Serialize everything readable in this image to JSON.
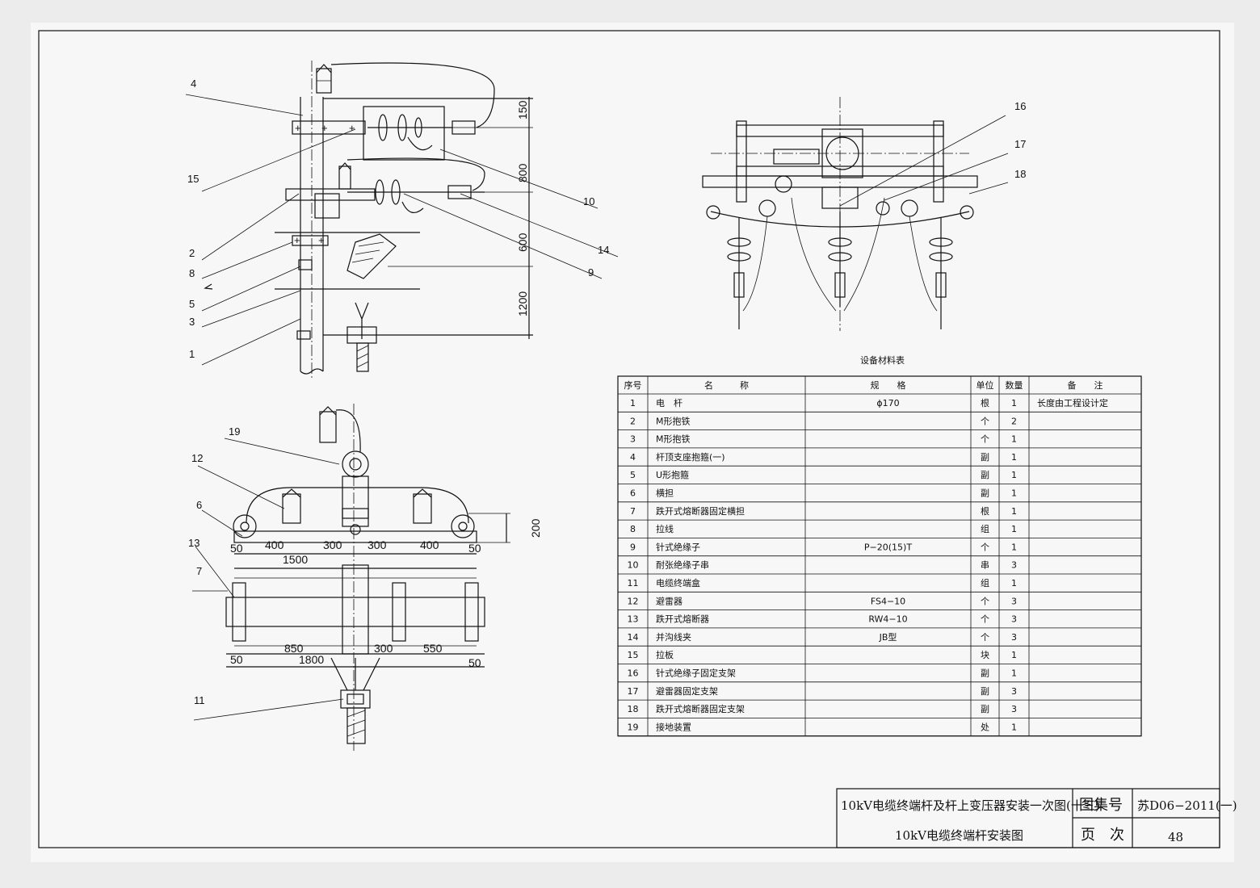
{
  "drawing": {
    "callouts_left": [
      "4",
      "15",
      "2",
      "8",
      "5",
      "3",
      "1",
      "10",
      "14",
      "9"
    ],
    "callouts_side": [
      "16",
      "17",
      "18"
    ],
    "callouts_plan": [
      "19",
      "12",
      "6",
      "13",
      "7",
      "11"
    ],
    "dims_side_view": [
      "150",
      "800",
      "600",
      "1200"
    ],
    "dims_plan_top": [
      "50",
      "400",
      "300",
      "300",
      "400",
      "50",
      "1500",
      "200"
    ],
    "dims_plan_bottom": [
      "50",
      "850",
      "300",
      "550",
      "50",
      "1800"
    ]
  },
  "table": {
    "title": "设备材料表",
    "headers": [
      "序号",
      "名　　　称",
      "规　　格",
      "单位",
      "数量",
      "备　　注"
    ],
    "rows": [
      [
        "1",
        "电　杆",
        "ϕ170",
        "根",
        "1",
        "长度由工程设计定"
      ],
      [
        "2",
        "M形抱铁",
        "",
        "个",
        "2",
        ""
      ],
      [
        "3",
        "M形抱铁",
        "",
        "个",
        "1",
        ""
      ],
      [
        "4",
        "杆顶支座抱箍(一)",
        "",
        "副",
        "1",
        ""
      ],
      [
        "5",
        "U形抱箍",
        "",
        "副",
        "1",
        ""
      ],
      [
        "6",
        "横担",
        "",
        "副",
        "1",
        ""
      ],
      [
        "7",
        "跌开式熔断器固定横担",
        "",
        "根",
        "1",
        ""
      ],
      [
        "8",
        "拉线",
        "",
        "组",
        "1",
        ""
      ],
      [
        "9",
        "针式绝缘子",
        "P−20(15)T",
        "个",
        "1",
        ""
      ],
      [
        "10",
        "耐张绝缘子串",
        "",
        "串",
        "3",
        ""
      ],
      [
        "11",
        "电缆终端盒",
        "",
        "组",
        "1",
        ""
      ],
      [
        "12",
        "避雷器",
        "FS4−10",
        "个",
        "3",
        ""
      ],
      [
        "13",
        "跌开式熔断器",
        "RW4−10",
        "个",
        "3",
        ""
      ],
      [
        "14",
        "并沟线夹",
        "JB型",
        "个",
        "3",
        ""
      ],
      [
        "15",
        "拉板",
        "",
        "块",
        "1",
        ""
      ],
      [
        "16",
        "针式绝缘子固定支架",
        "",
        "副",
        "1",
        ""
      ],
      [
        "17",
        "避雷器固定支架",
        "",
        "副",
        "3",
        ""
      ],
      [
        "18",
        "跌开式熔断器固定支架",
        "",
        "副",
        "3",
        ""
      ],
      [
        "19",
        "接地装置",
        "",
        "处",
        "1",
        ""
      ]
    ]
  },
  "title_block": {
    "title_line1": "10kV电缆终端杆及杆上变压器安装一次图(十三)",
    "title_line2": "10kV电缆终端杆安装图",
    "atlas_label": "图集号",
    "atlas_value": "苏D06−2011(一)",
    "page_label": "页　次",
    "page_value": "48"
  }
}
